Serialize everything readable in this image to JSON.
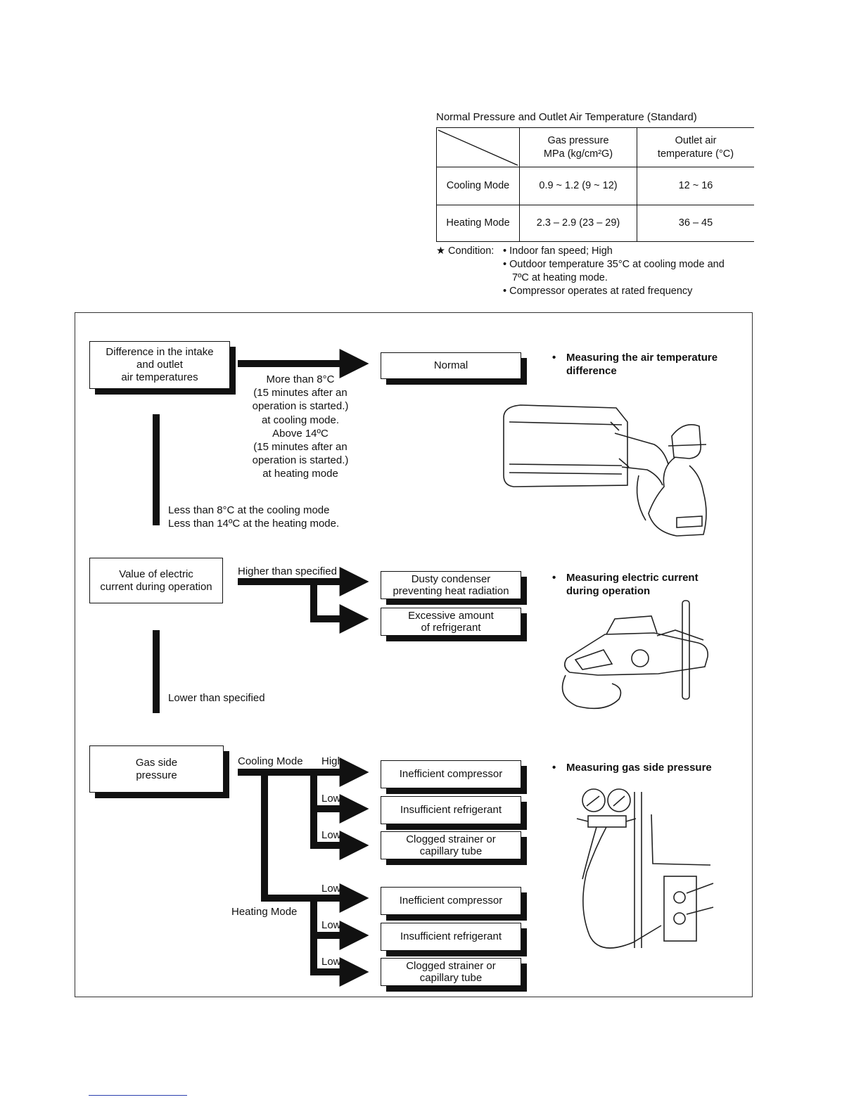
{
  "table": {
    "title": "Normal Pressure and Outlet Air Temperature (Standard)",
    "col_headers": [
      "Gas pressure MPa (kg/cm²G)",
      "Outlet air temperature (°C)"
    ],
    "col_header_lines": [
      [
        "Gas pressure",
        "MPa (kg/cm²G)"
      ],
      [
        "Outlet air",
        "temperature (°C)"
      ]
    ],
    "rows": [
      {
        "mode": "Cooling Mode",
        "pressure": "0.9 ~ 1.2 (9 ~ 12)",
        "temp": "12 ~ 16"
      },
      {
        "mode": "Heating Mode",
        "pressure": "2.3 – 2.9 (23 – 29)",
        "temp": "36 – 45"
      }
    ]
  },
  "condition": {
    "label": "★ Condition:",
    "items": [
      "Indoor fan speed; High",
      "Outdoor temperature 35°C at cooling mode and",
      "7ºC at heating mode.",
      "Compressor operates at rated frequency"
    ]
  },
  "flow": {
    "temp_diff": {
      "box_lines": [
        "Difference in the intake",
        "and outlet",
        "air temperatures"
      ],
      "more_lines": [
        "More than 8°C",
        "(15 minutes after an",
        "operation is started.)",
        "at cooling mode.",
        "Above 14ºC",
        "(15 minutes after an",
        "operation is started.)",
        "at heating mode"
      ],
      "normal": "Normal",
      "less_lines": [
        "Less than 8°C at the cooling mode",
        "Less than 14ºC at the heating mode."
      ],
      "note_lines": [
        "Measuring the air temperature",
        "difference"
      ]
    },
    "current": {
      "box_lines": [
        "Value of electric",
        "current during operation"
      ],
      "higher": "Higher than specified",
      "result1_lines": [
        "Dusty condenser",
        "preventing heat radiation"
      ],
      "result2_lines": [
        "Excessive amount",
        "of refrigerant"
      ],
      "lower": "Lower than specified",
      "note_lines": [
        "Measuring electric current",
        "during operation"
      ]
    },
    "gas": {
      "box_lines": [
        "Gas side",
        "pressure"
      ],
      "cooling": "Cooling Mode",
      "heating": "Heating Mode",
      "high": "High",
      "low": "Low",
      "results_lines": [
        [
          "Inefficient compressor"
        ],
        [
          "Insufficient refrigerant"
        ],
        [
          "Clogged strainer or",
          "capillary tube"
        ]
      ],
      "note": "Measuring gas side pressure"
    }
  }
}
